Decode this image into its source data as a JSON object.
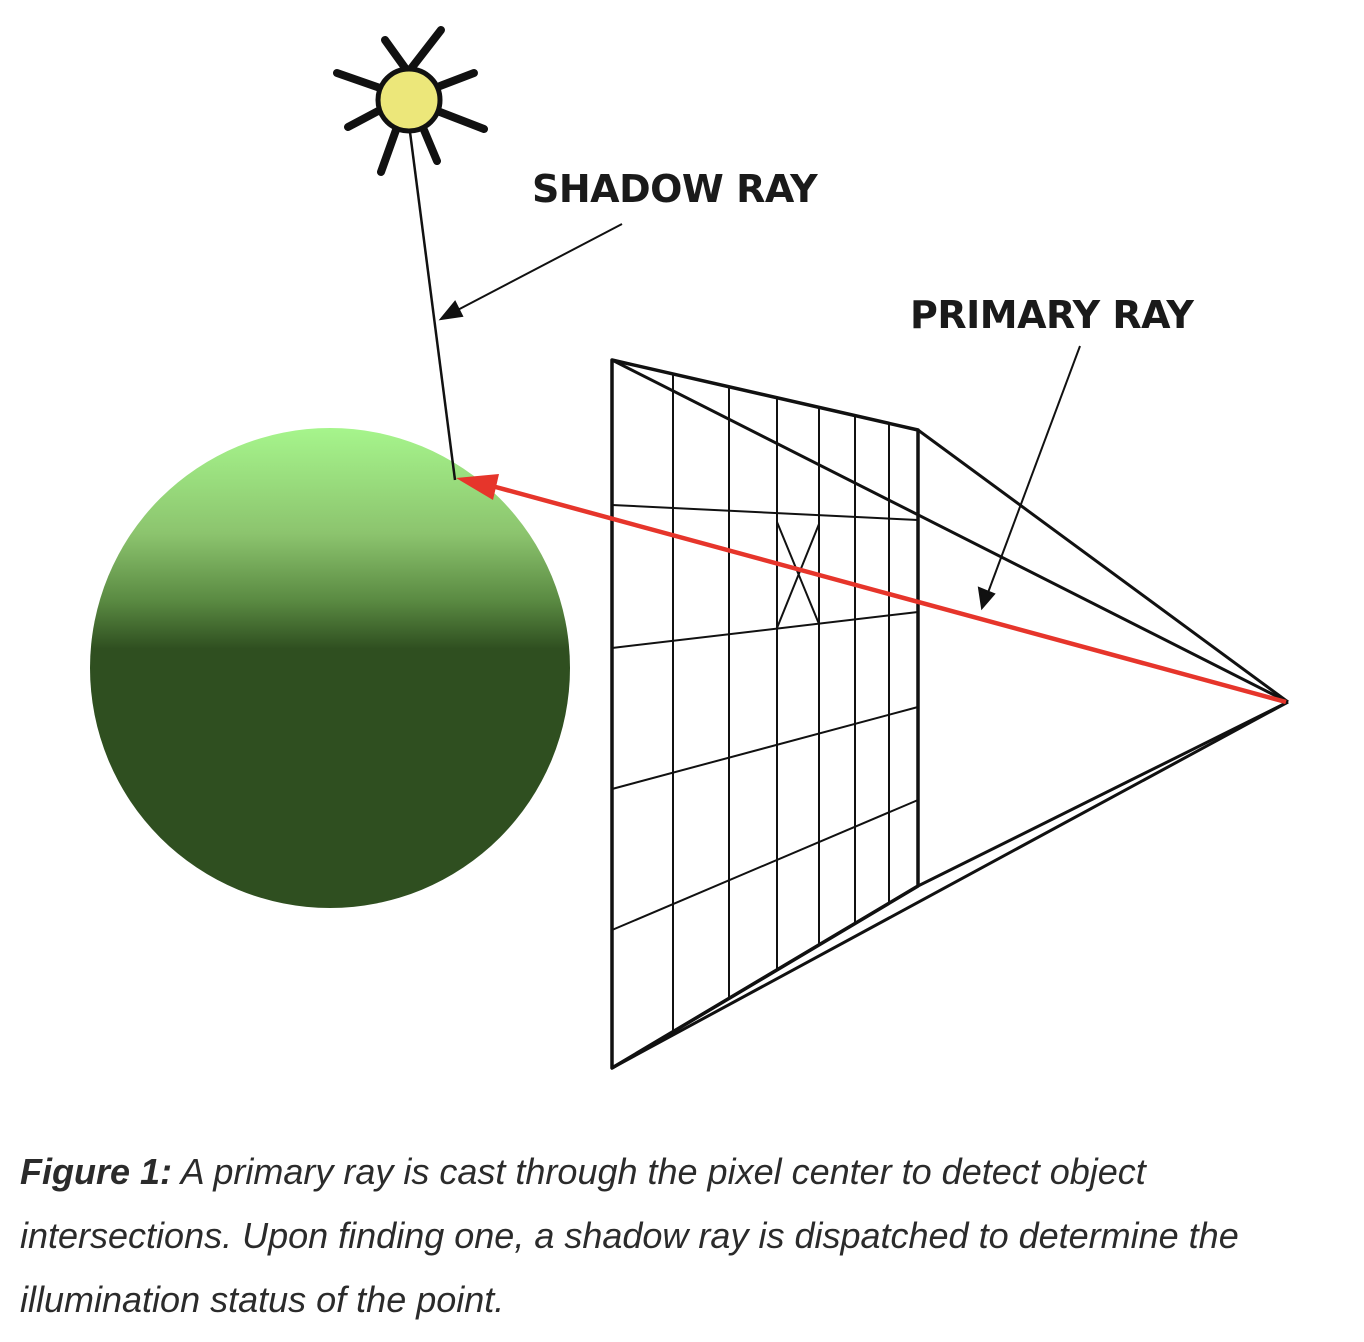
{
  "labels": {
    "shadow_ray": "SHADOW RAY",
    "primary_ray": "PRIMARY RAY"
  },
  "caption": {
    "label": "Figure 1:",
    "text": " A primary ray is cast through the pixel center to detect object intersections. Upon finding one, a shadow ray is dispatched to determine the illumination status of the point."
  },
  "colors": {
    "sun_fill": "#ece77a",
    "sphere_top": "#a6f58c",
    "sphere_bottom": "#2f4f20",
    "primary_ray": "#e6352b",
    "lines": "#111111"
  },
  "icons": {
    "light_source": "sun-icon"
  }
}
